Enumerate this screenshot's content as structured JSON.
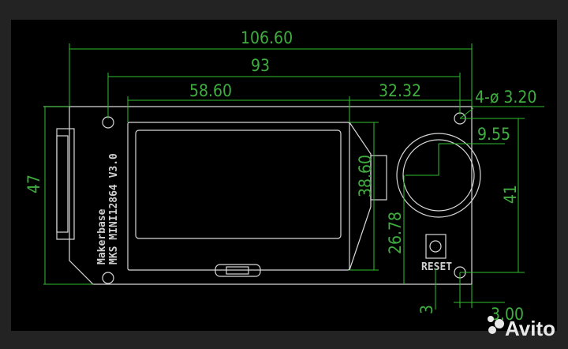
{
  "dimensions": {
    "overall_width": "106.60",
    "hole_spacing_x": "93",
    "lcd_width": "58.60",
    "lcd_to_hole": "32.32",
    "holes": "4-ø 3.20",
    "encoder_offset": "9.55",
    "lcd_height": "38.60",
    "encoder_height": "26.78",
    "hole_spacing_y": "41",
    "board_height": "47",
    "reset_offset": "3",
    "hole_edge_offset": "3.00"
  },
  "silkscreen": {
    "brand": "Makerbase",
    "model": "MKS MINI12864 V3.0",
    "reset_label": "RESET"
  },
  "watermark": "Avito",
  "colors": {
    "dimension": "#2fbf2f",
    "outline": "#d8d8d8",
    "background": "#000000"
  }
}
